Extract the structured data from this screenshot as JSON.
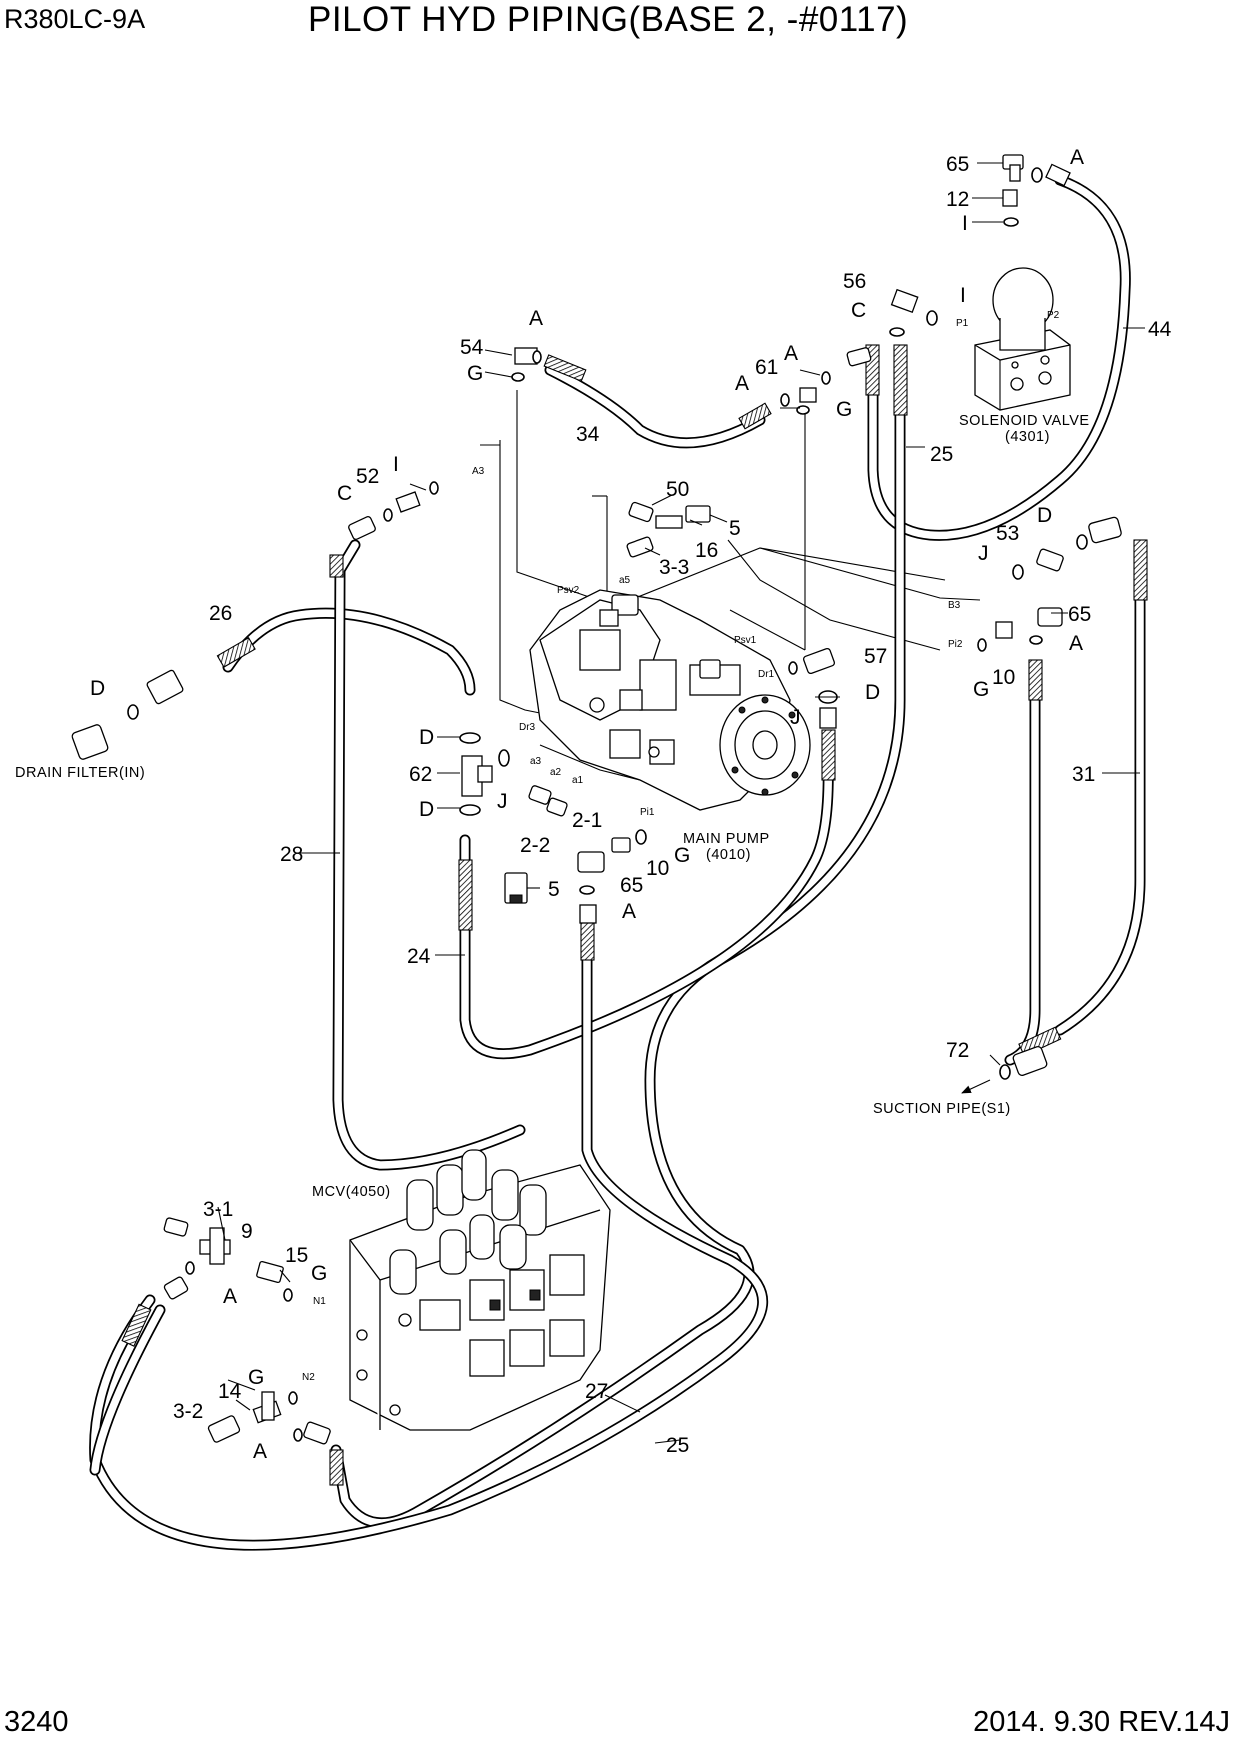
{
  "header": {
    "model": "R380LC-9A",
    "title": "PILOT HYD PIPING(BASE 2, -#0117)"
  },
  "footer": {
    "page_number": "3240",
    "revision": "2014. 9.30  REV.14J"
  },
  "components": {
    "solenoid_valve": "SOLENOID VALVE",
    "solenoid_valve_code": "(4301)",
    "main_pump": "MAIN PUMP",
    "main_pump_code": "(4010)",
    "mcv": "MCV(4050)",
    "drain_filter": "DRAIN FILTER(IN)",
    "suction_pipe": "SUCTION PIPE(S1)"
  },
  "port_labels": {
    "p1": "P1",
    "p2": "P2",
    "a3": "A3",
    "b3": "B3",
    "pi2": "Pi2",
    "psv2": "Psv2",
    "a5": "a5",
    "psv1": "Psv1",
    "dr1": "Dr1",
    "dr3": "Dr3",
    "a3_lower": "a3",
    "a2": "a2",
    "a1": "a1",
    "pi1": "Pi1",
    "n1": "N1",
    "n2": "N2"
  },
  "callouts": {
    "c65_top": "65",
    "A_top": "A",
    "c12": "12",
    "I_top": "I",
    "c56": "56",
    "I_56": "I",
    "C_56": "C",
    "c44": "44",
    "c54": "54",
    "A_54": "A",
    "G_54": "G",
    "c61": "61",
    "A_61a": "A",
    "A_61b": "A",
    "G_61": "G",
    "c34": "34",
    "c25_top": "25",
    "I_52": "I",
    "c52": "52",
    "C_52": "C",
    "c50": "50",
    "c5_top": "5",
    "c16": "16",
    "c3_3": "3-3",
    "D_53": "D",
    "c53": "53",
    "J_53": "J",
    "c65_mid": "65",
    "A_65mid": "A",
    "G_10r": "G",
    "c10_r": "10",
    "c57": "57",
    "D_57": "D",
    "J_57": "J",
    "c26": "26",
    "D_filter": "D",
    "D_62a": "D",
    "c62": "62",
    "D_62b": "D",
    "J_62": "J",
    "c2_1": "2-1",
    "c2_2": "2-2",
    "G_pi1": "G",
    "c10_l": "10",
    "c65_low": "65",
    "A_65low": "A",
    "c5_low": "5",
    "c28": "28",
    "c24": "24",
    "c31": "31",
    "c72": "72",
    "c3_1": "3-1",
    "c9": "9",
    "c15": "15",
    "G_15": "G",
    "A_9": "A",
    "G_14": "G",
    "c14": "14",
    "c3_2": "3-2",
    "A_14": "A",
    "c27": "27",
    "c25_bottom": "25"
  }
}
